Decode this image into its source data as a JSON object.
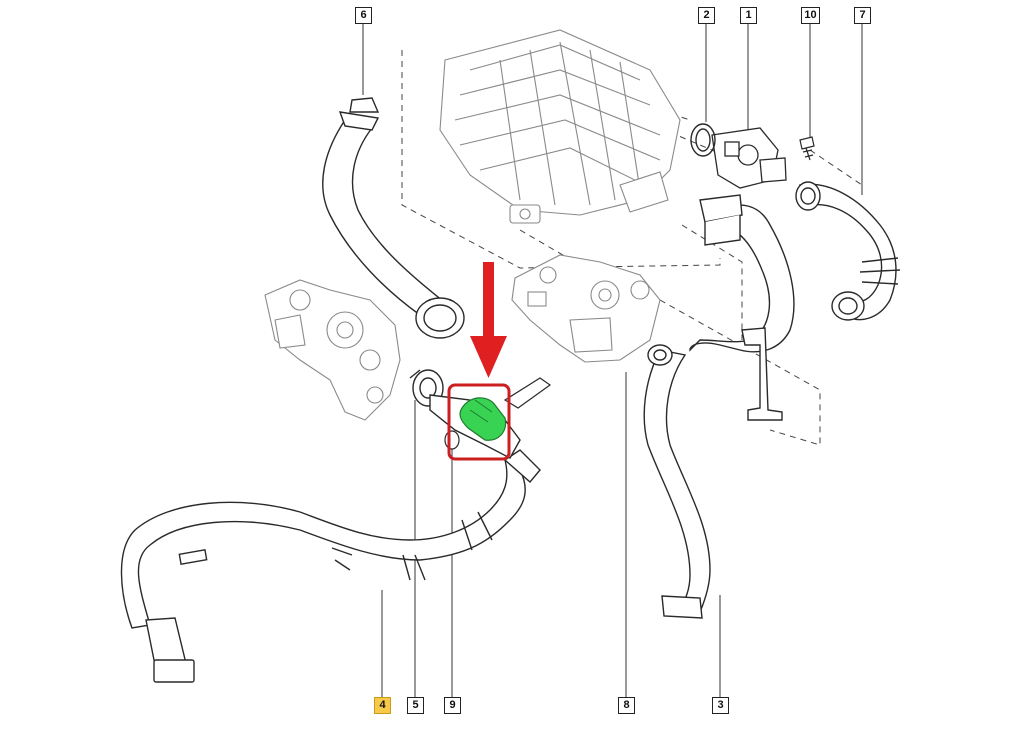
{
  "diagram": {
    "callouts": {
      "c1": "1",
      "c2": "2",
      "c3": "3",
      "c4": "4",
      "c5": "5",
      "c6": "6",
      "c7": "7",
      "c8": "8",
      "c9": "9",
      "c10": "10"
    },
    "highlighted_part": "4",
    "colors": {
      "line": "#2a2a2a",
      "ghost": "#9a9a9a",
      "highlight_callout": "#f7c948",
      "arrow": "#e02020",
      "focus_box": "#cc1f1f",
      "focus_part": "#39d353"
    }
  }
}
